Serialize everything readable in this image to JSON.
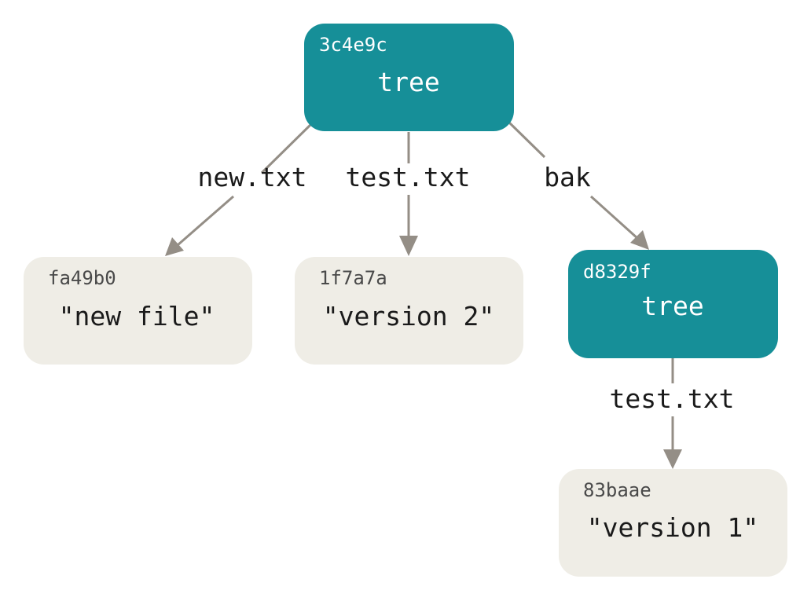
{
  "colors": {
    "tree_fill": "#168f98",
    "tree_text": "#ffffff",
    "blob_fill": "#efede6",
    "blob_hash_text": "#4a4a4a",
    "blob_content_text": "#1a1a1a",
    "edge_color": "#948e86"
  },
  "nodes": [
    {
      "id": "root-tree",
      "kind": "tree",
      "hash": "3c4e9c",
      "label": "tree"
    },
    {
      "id": "blob-fa49b0",
      "kind": "blob",
      "hash": "fa49b0",
      "label": "\"new file\""
    },
    {
      "id": "blob-1f7a7a",
      "kind": "blob",
      "hash": "1f7a7a",
      "label": "\"version 2\""
    },
    {
      "id": "subtree-d8329f",
      "kind": "tree",
      "hash": "d8329f",
      "label": "tree"
    },
    {
      "id": "blob-83baae",
      "kind": "blob",
      "hash": "83baae",
      "label": "\"version 1\""
    }
  ],
  "edges": [
    {
      "from": "root-tree",
      "to": "blob-fa49b0",
      "label": "new.txt"
    },
    {
      "from": "root-tree",
      "to": "blob-1f7a7a",
      "label": "test.txt"
    },
    {
      "from": "root-tree",
      "to": "subtree-d8329f",
      "label": "bak"
    },
    {
      "from": "subtree-d8329f",
      "to": "blob-83baae",
      "label": "test.txt"
    }
  ]
}
